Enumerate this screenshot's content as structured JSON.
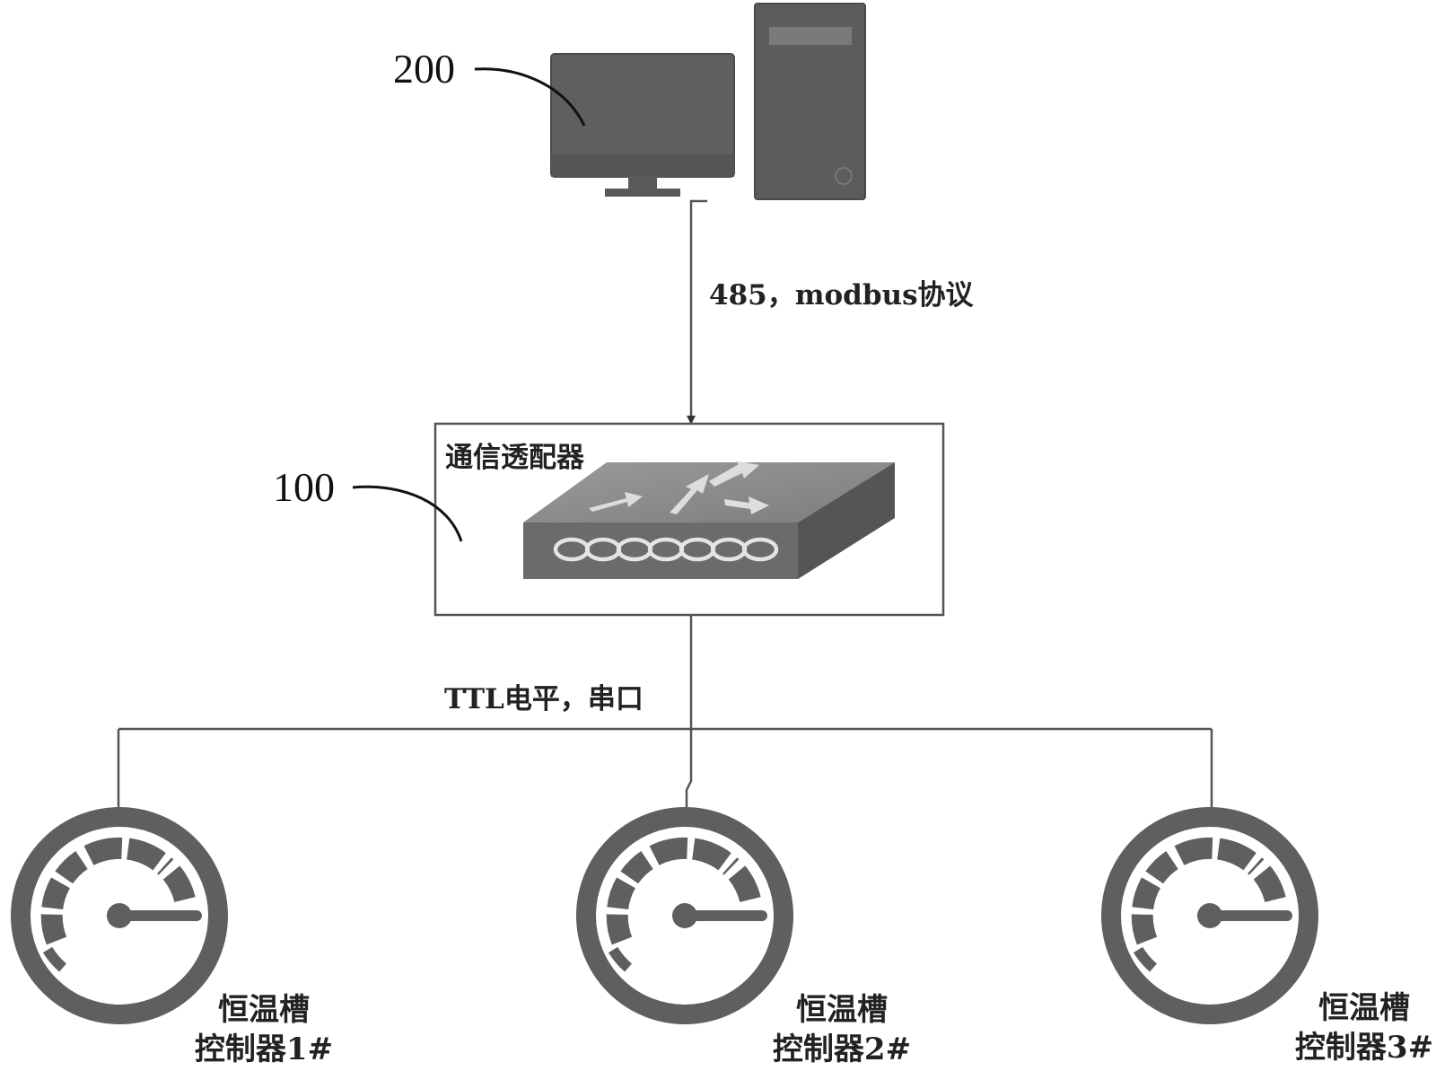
{
  "pc": {
    "ref": "200",
    "icon": "desktop-computer-icon"
  },
  "adapter": {
    "ref": "100",
    "label": "通信透配器",
    "icon": "network-switch-icon"
  },
  "links": {
    "upper": "485，modbus协议",
    "lower": "TTL电平，串口"
  },
  "controllers": [
    {
      "line1": "恒温槽",
      "line2": "控制器1#",
      "icon": "gauge-icon"
    },
    {
      "line1": "恒温槽",
      "line2": "控制器2#",
      "icon": "gauge-icon"
    },
    {
      "line1": "恒温槽",
      "line2": "控制器3#",
      "icon": "gauge-icon"
    }
  ]
}
